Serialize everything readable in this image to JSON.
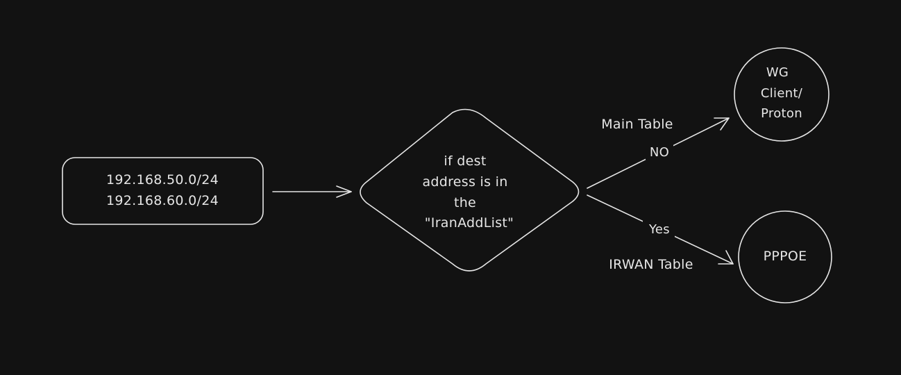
{
  "source_box": {
    "line1": "192.168.50.0/24",
    "line2": "192.168.60.0/24"
  },
  "decision": {
    "line1": "if dest",
    "line2": "address is in",
    "line3": "the",
    "line4": "\"IranAddList\""
  },
  "node_wg": {
    "line1": "WG",
    "line2": "Client/",
    "line3": "Proton"
  },
  "node_pppoe": {
    "label": "PPPOE"
  },
  "edge_no": {
    "label": "NO",
    "table": "Main Table"
  },
  "edge_yes": {
    "label": "Yes",
    "table": "IRWAN Table"
  },
  "colors": {
    "background": "#121212",
    "stroke": "#e6e6e6"
  }
}
